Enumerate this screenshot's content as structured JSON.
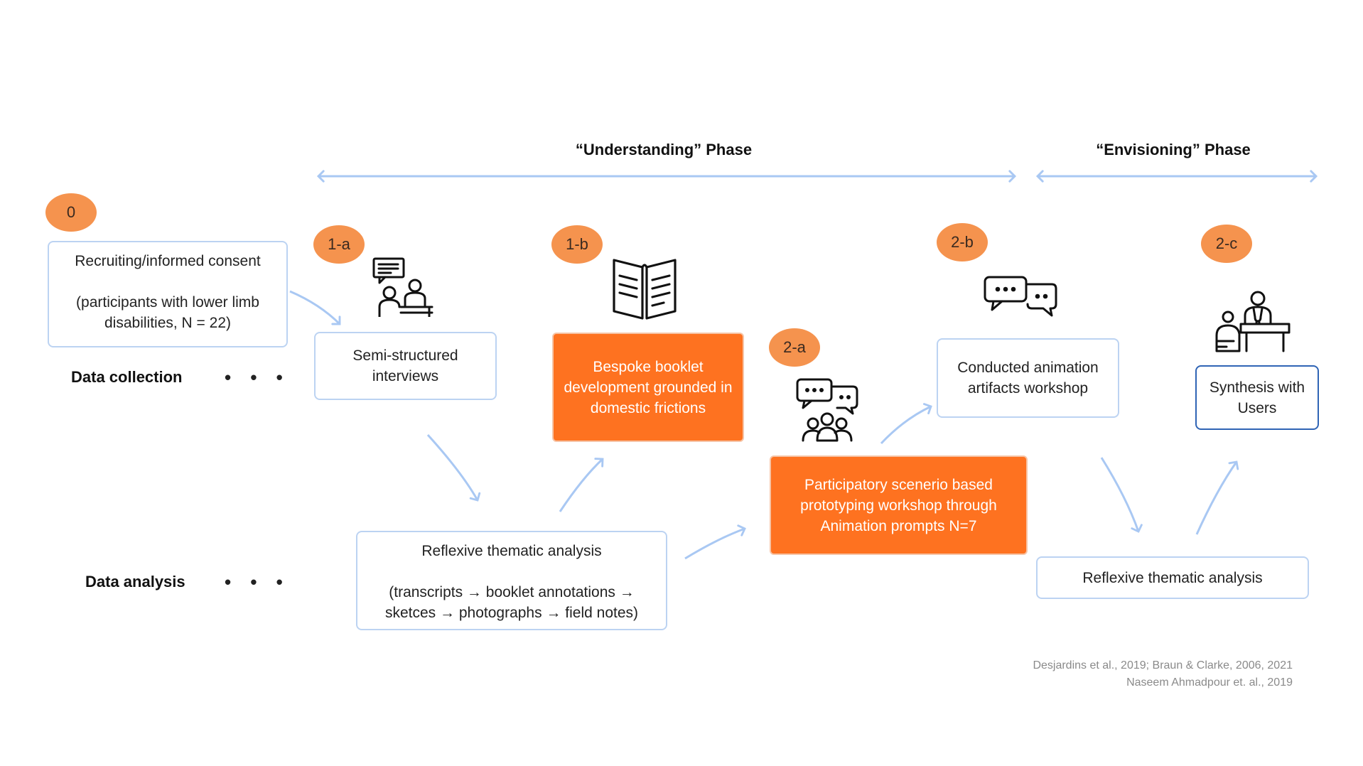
{
  "phases": {
    "understanding": "“Understanding” Phase",
    "envisioning": "“Envisioning” Phase"
  },
  "badges": {
    "b0": "0",
    "b1a": "1-a",
    "b1b": "1-b",
    "b2a": "2-a",
    "b2b": "2-b",
    "b2c": "2-c"
  },
  "rows": {
    "collection": "Data collection",
    "analysis": "Data analysis",
    "dots": "• • •"
  },
  "boxes": {
    "recruit": {
      "line1": "Recruiting/informed consent",
      "line2": "(participants with lower limb disabilities, N = 22)"
    },
    "interviews": "Semi-structured interviews",
    "booklet": "Bespoke booklet development grounded in domestic frictions",
    "analysis1": {
      "line1": "Reflexive thematic analysis",
      "line2": "(transcripts → booklet annotations → sketces → photographs → field notes)"
    },
    "participatory": "Participatory scenerio based prototyping workshop through Animation prompts N=7",
    "animation": "Conducted animation artifacts workshop",
    "analysis2": "Reflexive thematic analysis",
    "synthesis": "Synthesis with Users"
  },
  "icons": [
    "interview-icon",
    "booklet-icon",
    "group-chat-icon",
    "chat-bubbles-icon",
    "doctor-patient-icon"
  ],
  "citations": {
    "line1": "Desjardins et al., 2019; Braun & Clarke, 2006, 2021",
    "line2": "Naseem Ahmadpour et. al., 2019"
  },
  "colors": {
    "accent_orange": "#fe7220",
    "badge_orange": "#f5934e",
    "box_border": "#bcd3f2",
    "arrow_blue": "#a9c8f3",
    "dark_border": "#2f64b5"
  }
}
